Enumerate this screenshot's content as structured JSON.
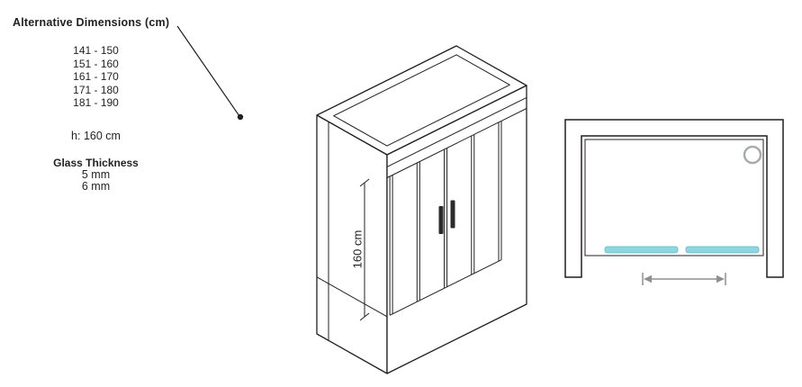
{
  "info": {
    "title": "Alternative Dimensions (cm)",
    "ranges": [
      "141 - 150",
      "151 - 160",
      "161 - 170",
      "171 - 180",
      "181 - 190"
    ],
    "height_label": "h: 160 cm",
    "thickness_title": "Glass Thickness",
    "thickness_options": [
      "5 mm",
      "6 mm"
    ]
  },
  "isometric": {
    "height_dimension": "160 cm"
  },
  "colors": {
    "line": "#231f20",
    "glass_accent": "#8ed7e0",
    "glass_accent_border": "#62b9c6",
    "arrow_gray": "#8d9091",
    "circle_gray": "#a7abad"
  }
}
